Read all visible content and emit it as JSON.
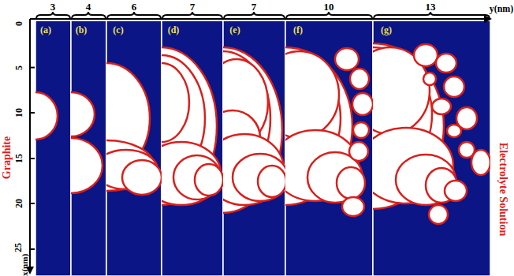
{
  "diagram": {
    "labels": [
      "3",
      "4",
      "6",
      "7",
      "7",
      "10",
      "13",
      "y(nm)",
      "0",
      "5",
      "10",
      "15",
      "20",
      "25",
      "x(nm)",
      "(a)",
      "(b)",
      "(c)",
      "(d)",
      "(e)",
      "(f)",
      "(g)",
      "Graphite",
      "Electrolyte Solution"
    ]
  }
}
